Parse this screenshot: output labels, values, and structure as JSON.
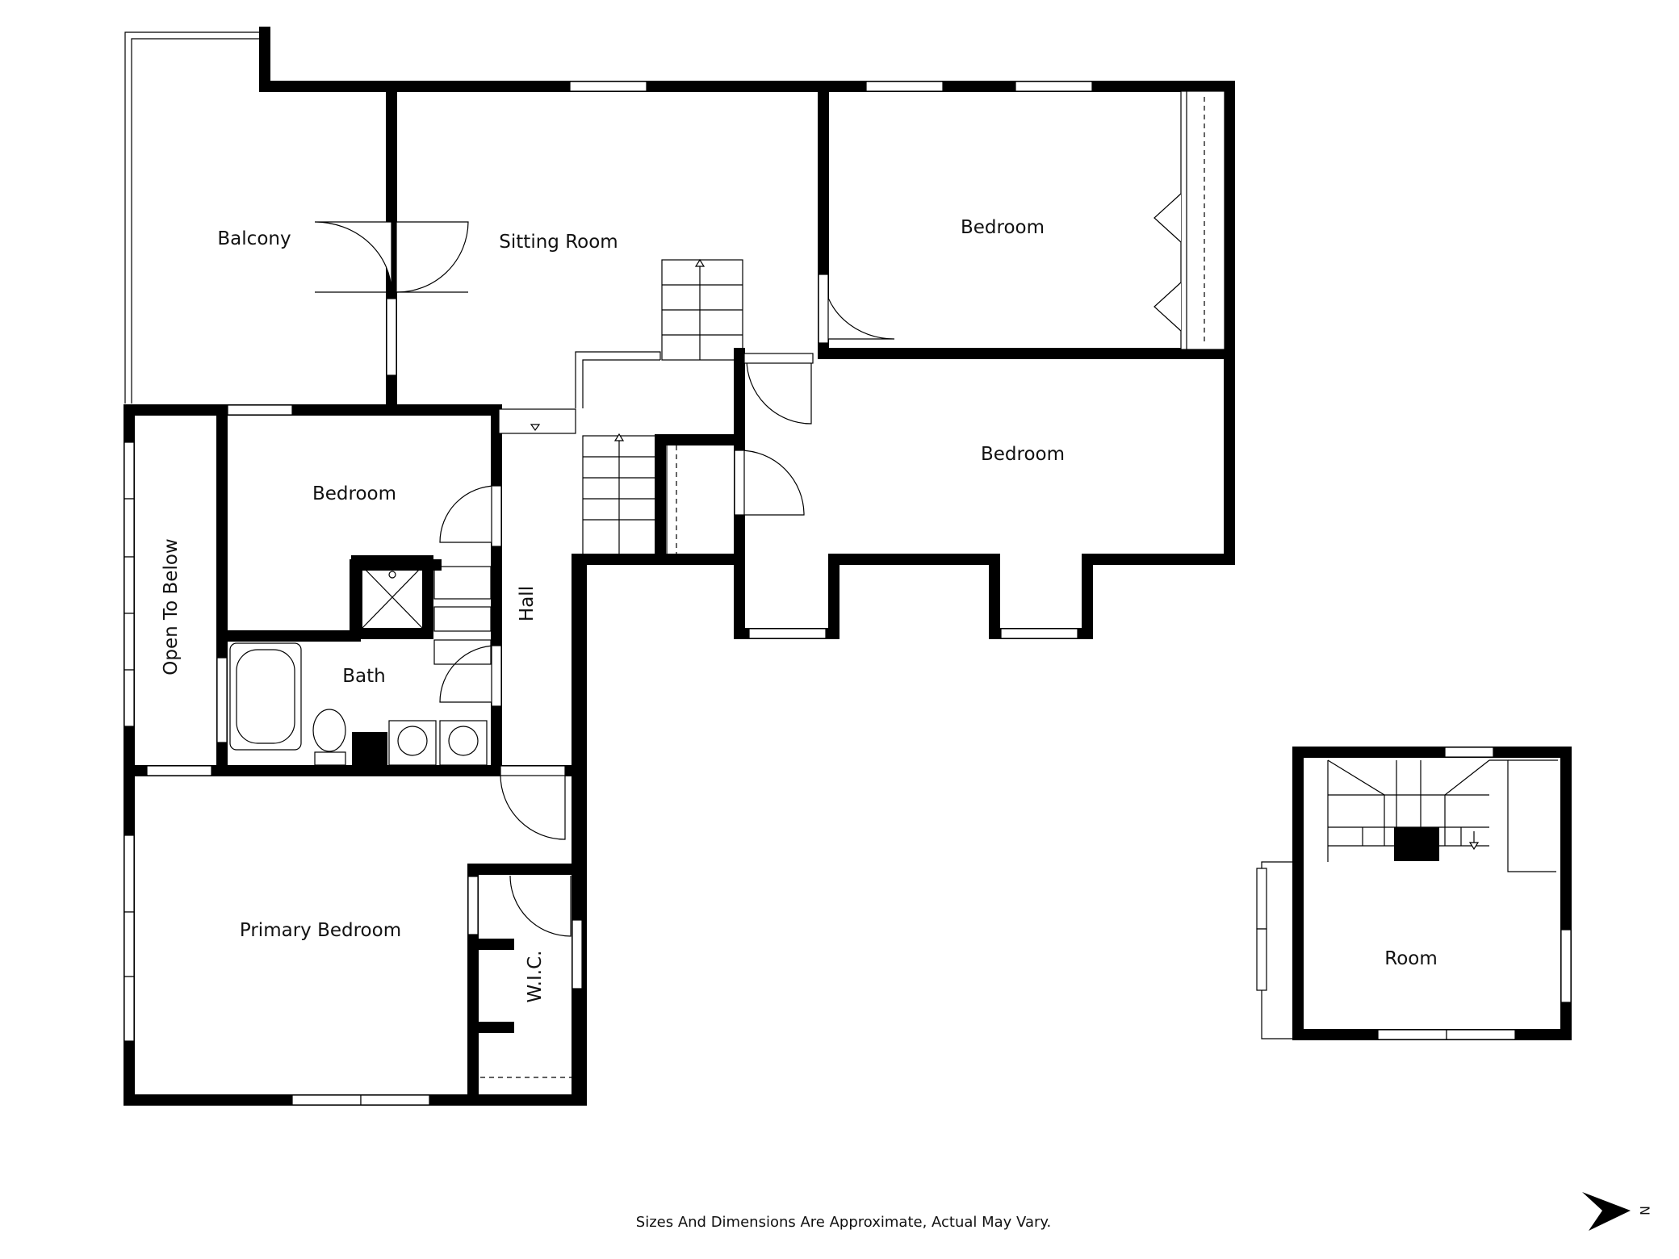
{
  "rooms": {
    "balcony": "Balcony",
    "sitting_room": "Sitting Room",
    "bedroom_top_right": "Bedroom",
    "bedroom_right": "Bedroom",
    "bedroom_left": "Bedroom",
    "open_to_below": "Open To Below",
    "bath": "Bath",
    "hall": "Hall",
    "primary_bedroom": "Primary Bedroom",
    "wic": "W.I.C.",
    "room": "Room"
  },
  "footer": {
    "disclaimer": "Sizes And Dimensions Are Approximate, Actual May Vary."
  },
  "compass": {
    "label": "N",
    "icon": "north-arrow-icon"
  },
  "colors": {
    "wall": "#000000",
    "background": "#ffffff"
  }
}
